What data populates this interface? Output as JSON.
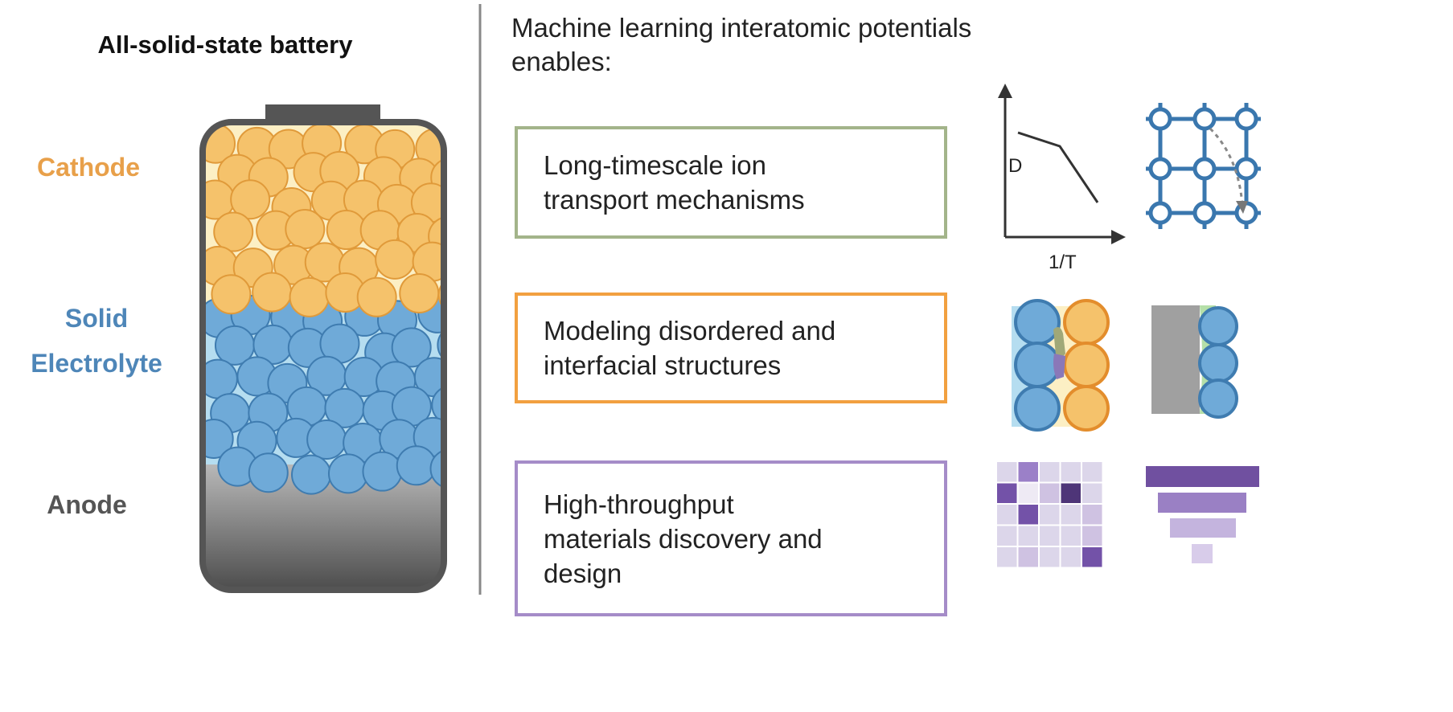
{
  "left_panel": {
    "title": "All-solid-state battery",
    "layers": {
      "cathode": "Cathode",
      "electrolyte_line1": "Solid",
      "electrolyte_line2": "Electrolyte",
      "anode": "Anode"
    }
  },
  "right_panel": {
    "header_line1": "Machine learning interatomic potentials",
    "header_line2": "enables:",
    "items": [
      {
        "line1": "Long-timescale ion",
        "line2": "transport mechanisms",
        "color": "#A3B48A"
      },
      {
        "line1": "Modeling disordered and",
        "line2": "interfacial structures",
        "color": "#F2A040"
      },
      {
        "line1": "High-throughput",
        "line2": "materials discovery and",
        "line3": "design",
        "color": "#A58CC8"
      }
    ],
    "plot_icon": {
      "y_label": "D",
      "x_label": "1/T"
    }
  },
  "colors": {
    "cathode": "#F5C26B",
    "cathode_stroke": "#E09A3A",
    "electrolyte": "#6FAAD8",
    "electrolyte_stroke": "#3F7CB0",
    "anode": "#9A9A9A",
    "heatmap": [
      [
        1,
        3,
        1,
        1,
        1
      ],
      [
        4,
        0,
        2,
        5,
        1
      ],
      [
        1,
        4,
        1,
        1,
        2
      ],
      [
        1,
        1,
        1,
        1,
        2
      ],
      [
        1,
        2,
        1,
        1,
        4
      ]
    ]
  }
}
